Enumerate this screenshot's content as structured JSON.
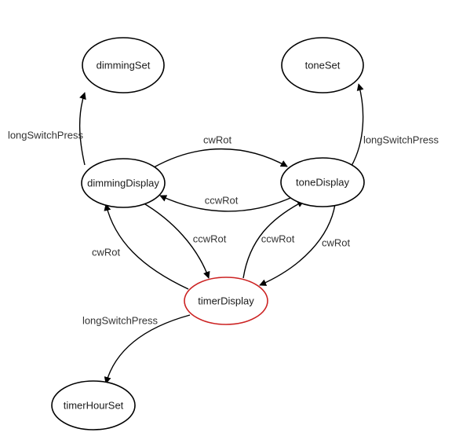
{
  "diagram": {
    "nodes": {
      "dimmingSet": {
        "label": "dimmingSet"
      },
      "toneSet": {
        "label": "toneSet"
      },
      "dimmingDisplay": {
        "label": "dimmingDisplay"
      },
      "toneDisplay": {
        "label": "toneDisplay"
      },
      "timerDisplay": {
        "label": "timerDisplay",
        "active": true
      },
      "timerHourSet": {
        "label": "timerHourSet"
      }
    },
    "edges": [
      {
        "from": "dimmingDisplay",
        "to": "dimmingSet",
        "label": "longSwitchPress"
      },
      {
        "from": "toneDisplay",
        "to": "toneSet",
        "label": "longSwitchPress"
      },
      {
        "from": "dimmingDisplay",
        "to": "toneDisplay",
        "label": "cwRot"
      },
      {
        "from": "toneDisplay",
        "to": "dimmingDisplay",
        "label": "ccwRot"
      },
      {
        "from": "dimmingDisplay",
        "to": "timerDisplay",
        "label": "ccwRot"
      },
      {
        "from": "timerDisplay",
        "to": "dimmingDisplay",
        "label": "cwRot"
      },
      {
        "from": "timerDisplay",
        "to": "toneDisplay",
        "label": "ccwRot"
      },
      {
        "from": "toneDisplay",
        "to": "timerDisplay",
        "label": "cwRot"
      },
      {
        "from": "timerDisplay",
        "to": "timerHourSet",
        "label": "longSwitchPress"
      }
    ]
  },
  "colors": {
    "stroke": "#000000",
    "active_stroke": "#cc2222",
    "text": "#1a1a1a"
  }
}
